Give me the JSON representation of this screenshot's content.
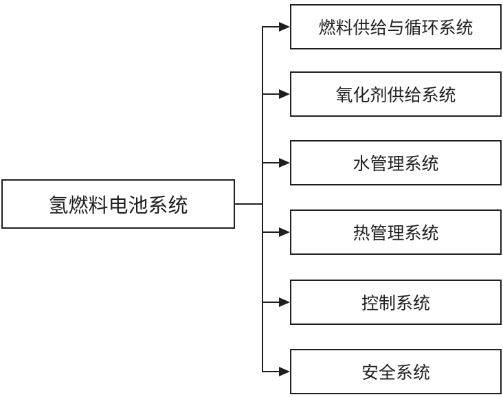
{
  "root": {
    "label": "氢燃料电池系统"
  },
  "children": [
    {
      "label": "燃料供给与循环系统"
    },
    {
      "label": "氧化剂供给系统"
    },
    {
      "label": "水管理系统"
    },
    {
      "label": "热管理系统"
    },
    {
      "label": "控制系统"
    },
    {
      "label": "安全系统"
    }
  ],
  "colors": {
    "line": "#1f1f1f",
    "background": "#ffffff",
    "text": "#1f1f1f"
  }
}
